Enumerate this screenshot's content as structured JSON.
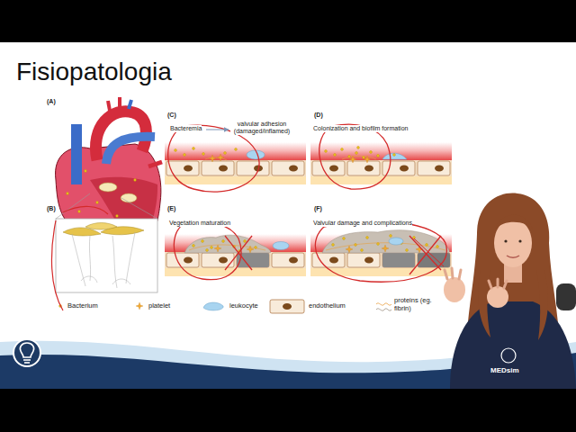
{
  "diagram": {
    "title": "Fisiopatologia",
    "nodes": [
      {
        "text": [
          "(A)"
        ]
      },
      {
        "text": [
          "(C)"
        ]
      },
      {
        "text": [
          "Bacteremia"
        ],
        "in": 1
      },
      {
        "text": [
          "valvular adhesion (damaged/inflamed)"
        ],
        "in": 1
      },
      {
        "text": [
          "(D)",
          "Colonization and biofilm formation"
        ]
      },
      {
        "text": [
          "(B)"
        ]
      },
      {
        "text": [
          "(E)",
          "Vegetation maturation"
        ]
      },
      {
        "text": [
          "(F)",
          "Valvular damage and complications"
        ]
      }
    ],
    "edges": [
      {
        "from": 2,
        "to": 3,
        "arrow": "to"
      }
    ],
    "labels": [
      "MEDsim"
    ],
    "legend": [
      {
        "text": "Bacterium"
      },
      {
        "text": "platelet"
      },
      {
        "text": "leukocyte"
      },
      {
        "text": "endothelium"
      },
      {
        "text": "proteins (eg. fibrin)"
      }
    ]
  }
}
